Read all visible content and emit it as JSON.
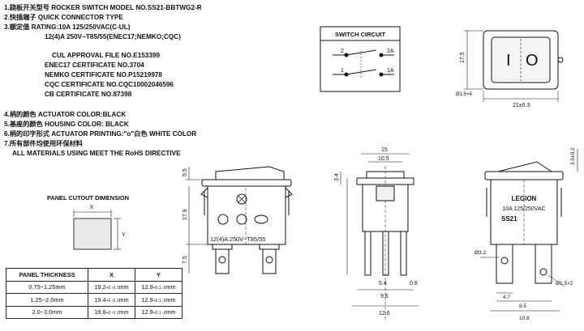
{
  "spec_lines": [
    "1.跷板开关型号 ROCKER SWITCH MODEL NO.SS21-BBTWG2-R",
    "2.快插端子 QUICK CONNECTOR TYPE",
    "3.额定值 RATING:10A 125/250VAC(C-UL)",
    "12(4)A 250V~T85/55(ENEC17;NEMKO;CQC)"
  ],
  "certificates": [
    "CUL APPROVAL FILE NO.E153399",
    "ENEC17 CERTIFICATE NO.3704",
    "NEMKO CERTIFICATE NO.P15219978",
    "CQC CERTIFICATE NO.CQC10002046596",
    "CB  CERTIFICATE NO.87398"
  ],
  "color_lines": [
    "4.柄的颜色 ACTUATOR COLOR:BLACK",
    "5.基座的颜色 HOUSING COLOR: BLACK",
    "6.柄的印字形式 ACTUATOR PRINTING:\"o\"白色 WHITE COLOR",
    "7.所有部件均使用环保材料",
    "ALL MATERIALS USING MEET THE RoHS DIRECTIVE"
  ],
  "switch_circuit": {
    "title": "SWITCH CIRCUIT",
    "labels": [
      "2",
      "2A",
      "1",
      "1A"
    ]
  },
  "top_view_dims": [
    "17.5",
    "21±0.3",
    "Ø1.5×4"
  ],
  "panel_cutout": {
    "title": "PANEL CUTOUT DIMENSION",
    "x_label": "X",
    "y_label": "Y"
  },
  "front_view": {
    "rating": "12(4)A  250V~T85/55",
    "dims": [
      "5.5",
      "17.9",
      "7.5"
    ]
  },
  "side_view": {
    "dims": [
      "15",
      "10.5",
      "3.4",
      "5.4",
      "0.8",
      "9.6",
      "12.6"
    ]
  },
  "right_view": {
    "brand": "LEGION",
    "rating": "10A 125/250VAC",
    "model": "SS21",
    "dims": [
      "3.5±0.2",
      "Ø3.2",
      "Ø1.5×2",
      "4.7",
      "8.5",
      "10.8"
    ]
  },
  "thickness_table": {
    "headers": [
      "PANEL THICKNESS",
      "X",
      "Y"
    ],
    "rows": [
      {
        "range": "0.75~1.25mm",
        "x": "19.2",
        "x_tol": "+0 -0.1",
        "x_unit": "mm",
        "y": "12.9",
        "y_tol": "+0.1 -0",
        "y_unit": "mm"
      },
      {
        "range": "1.25~2.0mm",
        "x": "19.4",
        "x_tol": "+0 -0.1",
        "x_unit": "mm",
        "y": "12.9",
        "y_tol": "+0.1 -0",
        "y_unit": "mm"
      },
      {
        "range": "2.0~3.0mm",
        "x": "19.8",
        "x_tol": "+0 -0.1",
        "x_unit": "mm",
        "y": "12.9",
        "y_tol": "+0.1 -0",
        "y_unit": "mm"
      }
    ]
  }
}
